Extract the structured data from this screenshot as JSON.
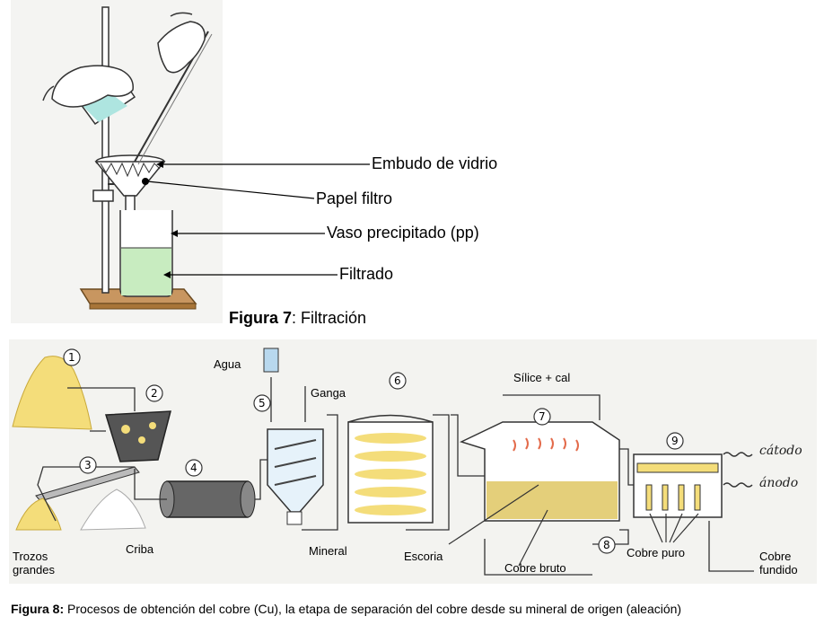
{
  "figure7": {
    "labels": {
      "embudo": "Embudo de vidrio",
      "papel": "Papel filtro",
      "vaso": "Vaso precipitado (pp)",
      "filtrado": "Filtrado"
    },
    "caption_prefix": "Figura 7",
    "caption_text": ": Filtración"
  },
  "figure8": {
    "numbers": [
      "1",
      "2",
      "3",
      "4",
      "5",
      "6",
      "7",
      "8",
      "9"
    ],
    "labels": {
      "agua": "Agua",
      "ganga": "Ganga",
      "silice": "Sílice + cal",
      "trozos": "Trozos\ngrandes",
      "criba": "Criba",
      "mineral": "Mineral",
      "escoria": "Escoria",
      "cobre_bruto": "Cobre bruto",
      "cobre_puro": "Cobre puro",
      "cobre_fundido": "Cobre\nfundido",
      "catodo": "cátodo",
      "anodo": "ánodo"
    },
    "caption_prefix": "Figura 8:",
    "caption_text": " Procesos de obtención del cobre (Cu), la etapa de separación del cobre desde su mineral de origen (aleación)"
  },
  "colors": {
    "liquid": "#c8ecc0",
    "beaker_liquid": "#aee5e0",
    "ore": "#f4dd7a",
    "panel_bg": "#f3f3f0"
  }
}
